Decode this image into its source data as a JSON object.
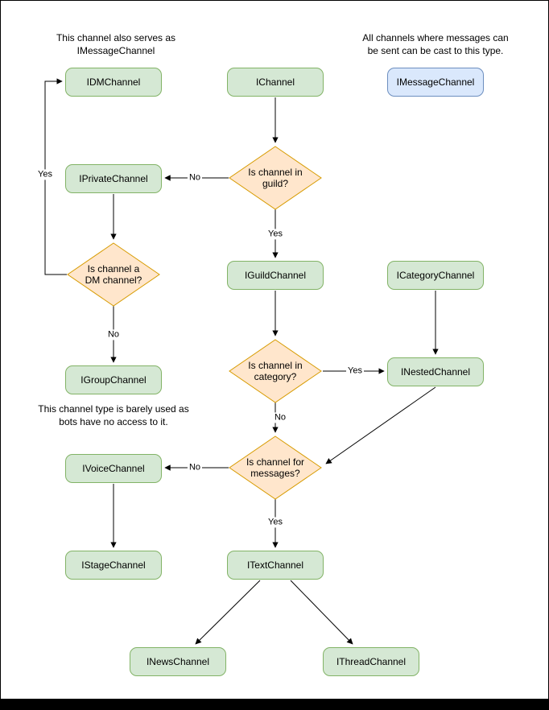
{
  "colors": {
    "green-fill": "#d5e8d4",
    "green-border": "#82b366",
    "blue-fill": "#dae8fc",
    "blue-border": "#6c8ebf",
    "orange-fill": "#ffe6cc",
    "orange-border": "#d79b00",
    "line": "#000000",
    "text": "#000000"
  },
  "annotations": {
    "dm_note": "This channel also serves as\nIMessageChannel",
    "message_note": "All channels where messages can\nbe sent can be cast to this type.",
    "group_note": "This channel type is barely used as\nbots have no access to it."
  },
  "nodes": {
    "idmchannel": {
      "label": "IDMChannel"
    },
    "ichannel": {
      "label": "IChannel"
    },
    "imessagechannel": {
      "label": "IMessageChannel"
    },
    "iprivatechannel": {
      "label": "IPrivateChannel"
    },
    "iguildchannel": {
      "label": "IGuildChannel"
    },
    "icategorychannel": {
      "label": "ICategoryChannel"
    },
    "igroupchannel": {
      "label": "IGroupChannel"
    },
    "inestedchannel": {
      "label": "INestedChannel"
    },
    "ivoicechannel": {
      "label": "IVoiceChannel"
    },
    "itextchannel": {
      "label": "ITextChannel"
    },
    "istagechannel": {
      "label": "IStageChannel"
    },
    "inewschannel": {
      "label": "INewsChannel"
    },
    "ithreadchannel": {
      "label": "IThreadChannel"
    }
  },
  "decisions": {
    "in_guild": {
      "label": "Is channel in\nguild?"
    },
    "is_dm": {
      "label": "Is channel a\nDM channel?"
    },
    "in_category": {
      "label": "Is channel in\ncategory?"
    },
    "for_messages": {
      "label": "Is channel for\nmessages?"
    }
  },
  "edge_labels": {
    "dm_yes": "Yes",
    "guild_no": "No",
    "guild_yes": "Yes",
    "dm_no": "No",
    "category_yes": "Yes",
    "category_no": "No",
    "messages_no": "No",
    "messages_yes": "Yes"
  }
}
